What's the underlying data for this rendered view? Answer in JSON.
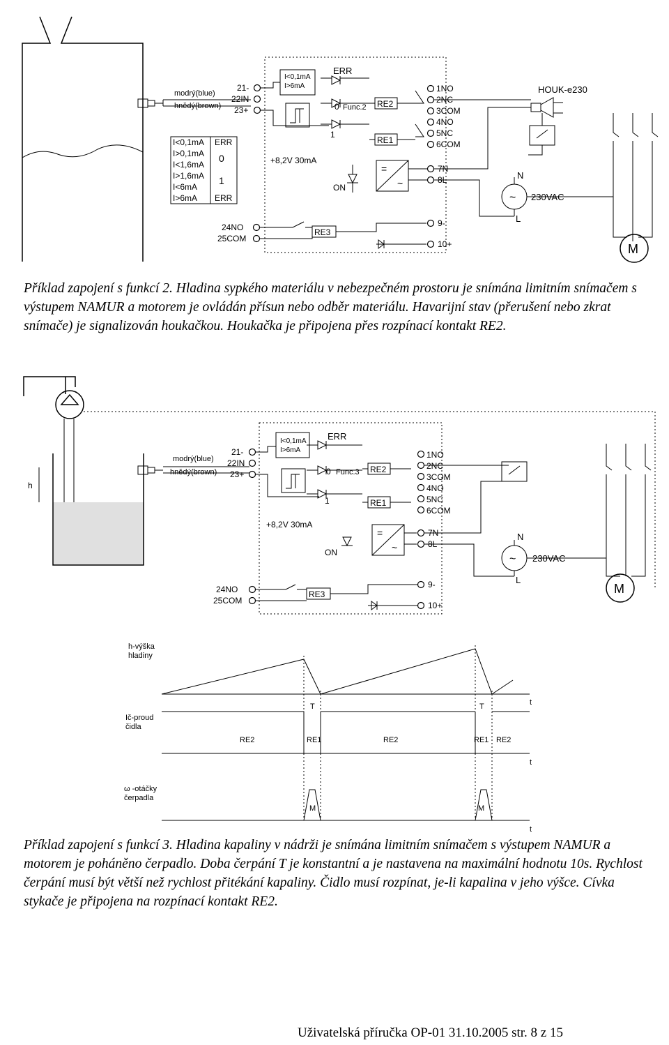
{
  "diagram1": {
    "wire_labels": [
      "modrý(blue)",
      "hnědý(brown)"
    ],
    "terminals_in": [
      "21-",
      "22IN",
      "23+"
    ],
    "table": [
      [
        "I<0,1mA",
        "ERR"
      ],
      [
        "I>0,1mA",
        "0"
      ],
      [
        "I<1,6mA",
        ""
      ],
      [
        "I>1,6mA",
        "1"
      ],
      [
        "I<6mA",
        ""
      ],
      [
        "I>6mA",
        "ERR"
      ]
    ],
    "threshold": [
      "I<0,1mA",
      "I>6mA"
    ],
    "err": "ERR",
    "led0": "0",
    "led1": "1",
    "func": "Func.2",
    "supply": "+8,2V 30mA",
    "on": "ON",
    "relays": [
      "RE2",
      "RE1",
      "RE3"
    ],
    "eq": "=",
    "tilde": "~",
    "contacts": [
      "1NO",
      "2NC",
      "3COM",
      "4NO",
      "5NC",
      "6COM"
    ],
    "power": [
      "7N",
      "8L"
    ],
    "re3_terms": [
      "24NO",
      "25COM"
    ],
    "out_terms": [
      "9-",
      "10+"
    ],
    "horn": "HOUK-e230",
    "mains": [
      "N",
      "L",
      "230VAC"
    ],
    "motor": "M"
  },
  "caption1": "Příklad zapojení s funkcí 2. Hladina sypkého materiálu v nebezpečném prostoru je snímána limitním snímačem s výstupem NAMUR a motorem je ovládán přísun nebo odběr materiálu. Havarijní stav (přerušení nebo zkrat snímače) je signalizován houkačkou. Houkačka je připojena přes rozpínací kontakt RE2.",
  "diagram2": {
    "h": "h",
    "wire_labels": [
      "modrý(blue)",
      "hnědý(brown)"
    ],
    "terminals_in": [
      "21-",
      "22IN",
      "23+"
    ],
    "threshold": [
      "I<0,1mA",
      "I>6mA"
    ],
    "err": "ERR",
    "led0": "0",
    "led1": "1",
    "func": "Func.3",
    "supply": "+8,2V 30mA",
    "on": "ON",
    "relays": [
      "RE2",
      "RE1",
      "RE3"
    ],
    "eq": "=",
    "tilde": "~",
    "contacts": [
      "1NO",
      "2NC",
      "3COM",
      "4NO",
      "5NC",
      "6COM"
    ],
    "power": [
      "7N",
      "8L"
    ],
    "re3_terms": [
      "24NO",
      "25COM"
    ],
    "out_terms": [
      "9-",
      "10+"
    ],
    "mains": [
      "N",
      "L",
      "230VAC"
    ],
    "motor": "M"
  },
  "timing": {
    "height_label": [
      "h-výška",
      "hladiny"
    ],
    "current_label": [
      "Ič-proud",
      "čidla"
    ],
    "speed_label": [
      "ω -otáčky",
      "čerpadla"
    ],
    "t": "t",
    "T": "T",
    "relay_states": [
      "RE2",
      "RE1",
      "RE2",
      "RE1",
      "RE2"
    ],
    "motor": "M"
  },
  "caption2": "Příklad zapojení s funkcí 3. Hladina kapaliny v nádrži je snímána limitním snímačem s výstupem NAMUR a motorem je poháněno čerpadlo. Doba čerpání T je konstantní a je nastavena na maximální hodnotu 10s. Rychlost čerpání musí být větší než rychlost přitékání kapaliny. Čidlo musí rozpínat, je-li kapalina v jeho výšce. Cívka stykače je připojena na rozpínací kontakt RE2.",
  "footer": "Uživatelská příručka OP-01 31.10.2005 str. 8 z 15"
}
